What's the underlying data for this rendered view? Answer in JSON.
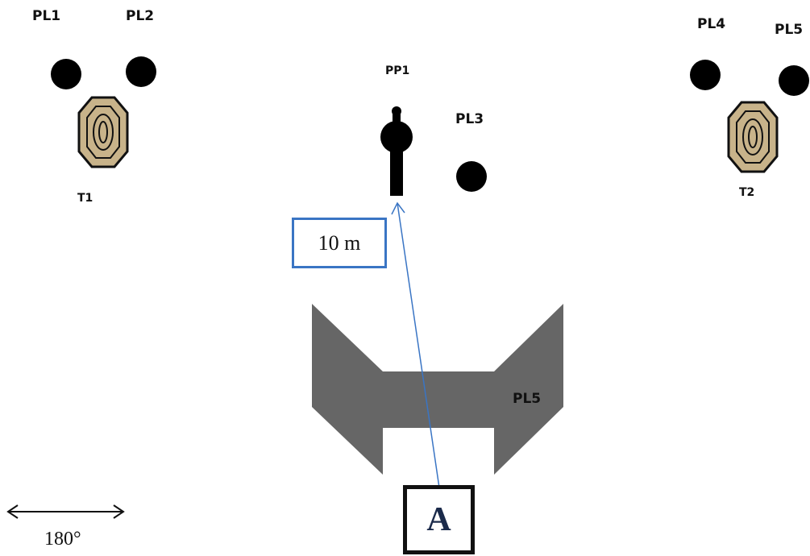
{
  "labels": {
    "pl1": "PL1",
    "pl2": "PL2",
    "pl3": "PL3",
    "pl4": "PL4",
    "pl5_top": "PL5",
    "pl5_barricade": "PL5",
    "pp1": "PP1",
    "t1": "T1",
    "t2": "T2"
  },
  "distance_label": "10 m",
  "start_label": "A",
  "angle_label": "180°",
  "colors": {
    "pole": "#000000",
    "target_fill": "#c8b38a",
    "target_stroke": "#111111",
    "barricade": "#666666",
    "arrow": "#3a75c4",
    "distance_box_border": "#3a75c4",
    "start_box_border": "#111111",
    "start_text": "#1b2a4a"
  },
  "icons": {
    "target": "target-icon",
    "pole": "pole-icon",
    "shooter": "popper-icon",
    "arrow": "double-arrow-icon"
  }
}
